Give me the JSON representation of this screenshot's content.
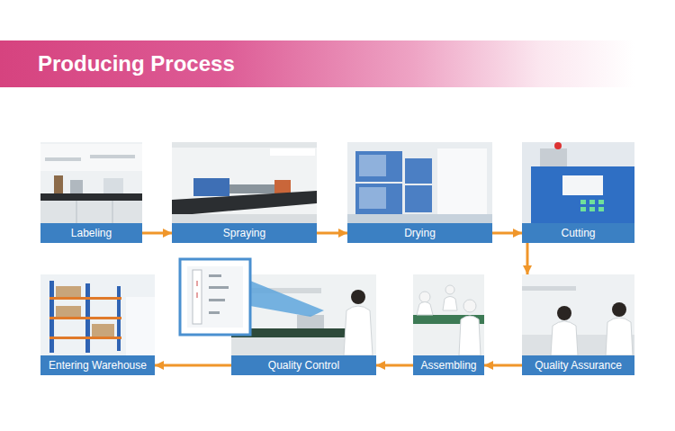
{
  "diagram": {
    "title": "Producing Process",
    "nodes": [
      {
        "text": [
          "Labeling"
        ]
      },
      {
        "text": [
          "Spraying"
        ]
      },
      {
        "text": [
          "Drying"
        ]
      },
      {
        "text": [
          "Cutting"
        ]
      },
      {
        "text": [
          "Entering Warehouse"
        ]
      },
      {
        "text": [
          "Quality Control"
        ]
      },
      {
        "text": [
          "Assembling"
        ]
      },
      {
        "text": [
          "Quality Assurance"
        ]
      }
    ],
    "edges": [
      {
        "from": 0,
        "to": 1,
        "arrow": "to"
      },
      {
        "from": 1,
        "to": 2,
        "arrow": "to"
      },
      {
        "from": 2,
        "to": 3,
        "arrow": "to"
      },
      {
        "from": 3,
        "to": 7,
        "arrow": "to"
      },
      {
        "from": 7,
        "to": 6,
        "arrow": "to"
      },
      {
        "from": 6,
        "to": 5,
        "arrow": "to"
      },
      {
        "from": 5,
        "to": 4,
        "arrow": "to"
      }
    ]
  }
}
